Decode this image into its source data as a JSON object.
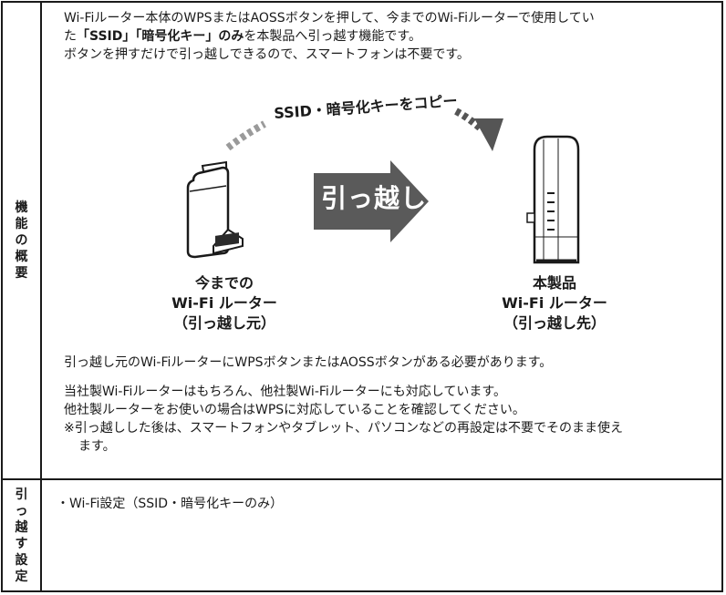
{
  "section1": {
    "label_chars": [
      "機",
      "能",
      "の",
      "概",
      "要"
    ],
    "intro": {
      "line1": "Wi-Fiルーター本体のWPSまたはAOSSボタンを押して、今までのWi-Fiルーターで使用してい",
      "line2_prefix": "た",
      "line2_bold": "「SSID」「暗号化キー」のみ",
      "line2_suffix": "を本製品へ引っ越す機能です。",
      "line3": "ボタンを押すだけで引っ越しできるので、スマートフォンは不要です。"
    },
    "copy_label": "SSID・暗号化キーをコピー",
    "arrow_label": "引っ越し",
    "old_router": {
      "line1": "今までの",
      "line2": "Wi-Fi ルーター",
      "line3": "（引っ越し元）"
    },
    "new_router": {
      "line1": "本製品",
      "line2": "Wi-Fi ルーター",
      "line3": "（引っ越し先）"
    },
    "note1": "引っ越し元のWi-FiルーターにWPSボタンまたはAOSSボタンがある必要があります。",
    "note2": {
      "line1": "当社製Wi-Fiルーターはもちろん、他社製Wi-Fiルーターにも対応しています。",
      "line2": "他社製ルーターをお使いの場合はWPSに対応していることを確認してください。",
      "line3": "※引っ越しした後は、スマートフォンやタブレット、パソコンなどの再設定は不要でそのまま使え",
      "line4": "ます。"
    }
  },
  "section2": {
    "label_chars": [
      "引",
      "っ",
      "越",
      "す",
      "設",
      "定"
    ],
    "item": "・Wi-Fi設定（SSID・暗号化キーのみ）"
  },
  "colors": {
    "ink": "#1a1a1a",
    "arrow_gray": "#5a5a5a",
    "dotted_gray": "#9a9a9a",
    "dotted_dark": "#555555"
  }
}
